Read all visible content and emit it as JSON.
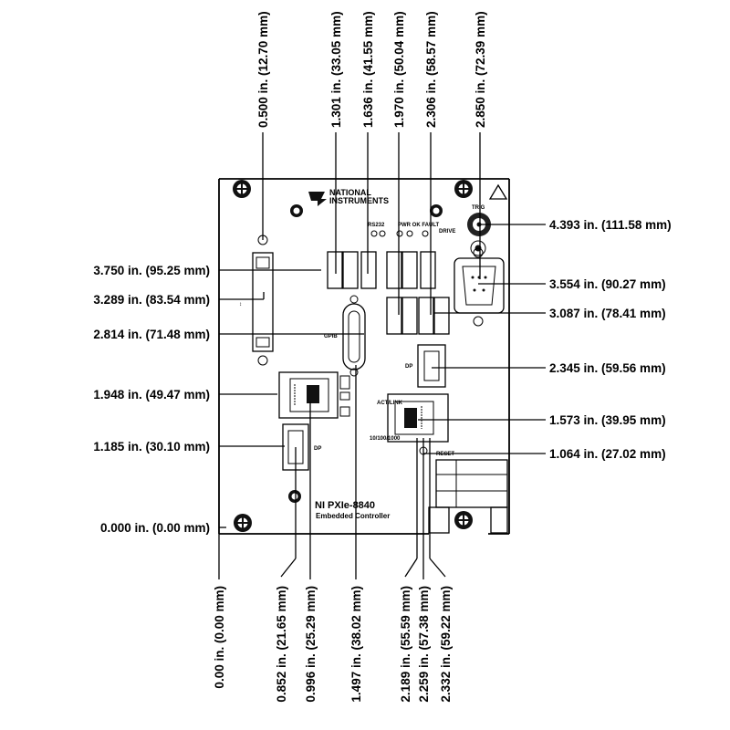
{
  "logo": {
    "line1": "NATIONAL",
    "line2": "INSTRUMENTS"
  },
  "product": {
    "model": "NI PXIe-8840",
    "subtitle": "Embedded Controller"
  },
  "panel_labels": {
    "rs232": "RS232",
    "pwr_ok_fault": "PWR OK FAULT",
    "drive": "DRIVE",
    "trig": "TRIG",
    "reset": "RESET",
    "dp": "DP",
    "gpib": "GPIB",
    "act_link": "ACT/LINK",
    "speed": "10/100/1000"
  },
  "dimensions": {
    "horizontal_left": [
      "3.750 in. (95.25 mm)",
      "3.289 in. (83.54 mm)",
      "2.814 in. (71.48 mm)",
      "1.948 in. (49.47 mm)",
      "1.185 in. (30.10 mm)",
      "0.000 in. (0.00 mm)"
    ],
    "horizontal_right": [
      "4.393 in. (111.58 mm)",
      "3.554 in. (90.27 mm)",
      "3.087 in. (78.41 mm)",
      "2.345 in. (59.56 mm)",
      "1.573 in. (39.95 mm)",
      "1.064 in. (27.02 mm)"
    ],
    "vertical_top": [
      "0.500 in. (12.70 mm)",
      "1.301 in. (33.05 mm)",
      "1.636 in. (41.55 mm)",
      "1.970 in. (50.04 mm)",
      "2.306 in. (58.57 mm)",
      "2.850 in. (72.39 mm)"
    ],
    "vertical_bottom": [
      "0.00 in. (0.00 mm)",
      "0.852 in. (21.65 mm)",
      "0.996 in. (25.29 mm)",
      "1.497 in. (38.02 mm)",
      "2.189 in. (55.59 mm)",
      "2.259 in. (57.38 mm)",
      "2.332 in. (59.22 mm)"
    ]
  }
}
